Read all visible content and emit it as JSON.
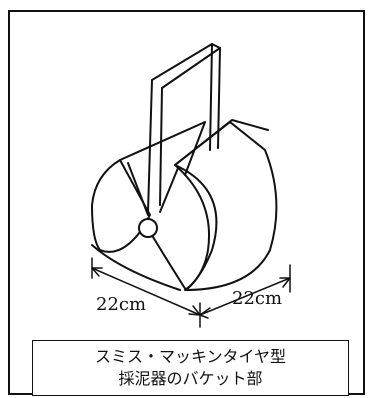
{
  "dimensions": {
    "left_label": "22cm",
    "right_label": "22cm"
  },
  "caption": {
    "line1": "スミス・マッキンタイヤ型",
    "line2": "採泥器のバケット部"
  }
}
